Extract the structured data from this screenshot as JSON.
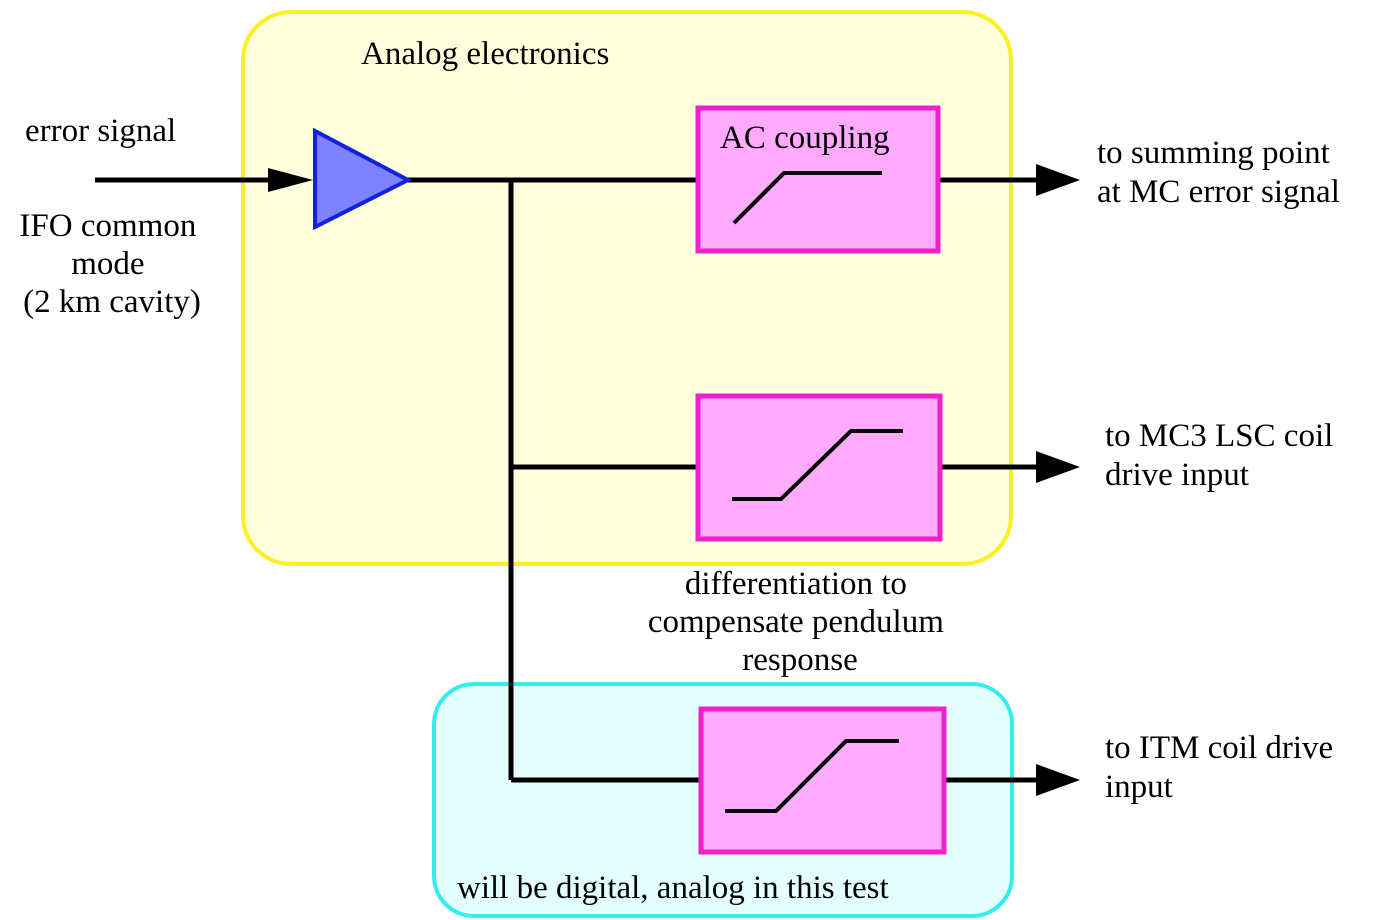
{
  "colors": {
    "analog_region_fill": "#ffffdd",
    "analog_region_stroke": "#ffee22",
    "digital_region_fill": "#e4ffff",
    "digital_region_stroke": "#33eeee",
    "filter_fill": "#ffaaff",
    "filter_stroke": "#ee22cc",
    "amplifier_fill": "#7f82ff",
    "amplifier_stroke": "#1022dd",
    "line": "#000000"
  },
  "regions": {
    "analog_title": "Analog electronics",
    "digital_caption": "will be digital, analog in this test"
  },
  "input": {
    "label_above": "error signal",
    "label_below": [
      "IFO common",
      "mode",
      "(2 km cavity)"
    ]
  },
  "filters": {
    "ac_coupling_label": "AC coupling",
    "differentiation_caption": [
      "differentiation to",
      "compensate pendulum",
      "response"
    ]
  },
  "outputs": {
    "summing_point": [
      "to summing point",
      "at MC error signal"
    ],
    "mc3_lsc": [
      "to MC3 LSC coil",
      "drive input"
    ],
    "itm": [
      "to ITM coil drive",
      "input"
    ]
  }
}
